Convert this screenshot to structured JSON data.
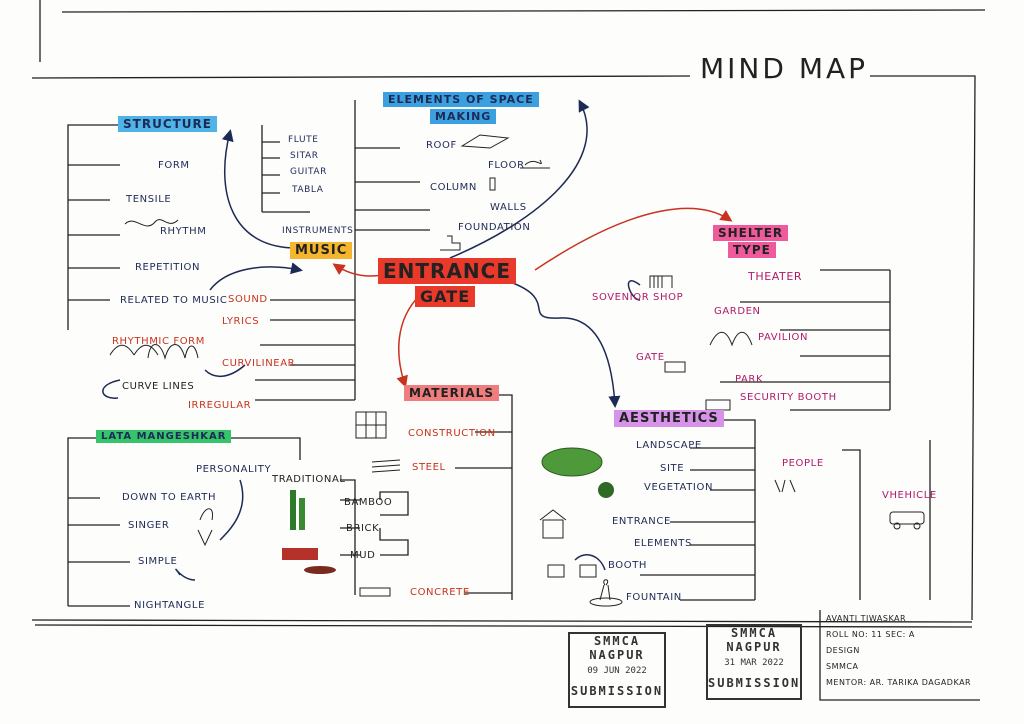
{
  "title": "MIND MAP",
  "central": [
    "ENTRANCE",
    "GATE"
  ],
  "structure": {
    "heading": "STRUCTURE",
    "items": [
      "FORM",
      "TENSILE",
      "RHYTHM",
      "REPETITION",
      "RELATED TO MUSIC"
    ],
    "instruments": [
      "FLUTE",
      "SITAR",
      "GUITAR",
      "TABLA",
      "INSTRUMENTS"
    ]
  },
  "music": {
    "heading": "MUSIC",
    "items": [
      "SOUND",
      "LYRICS",
      "RHYTHMIC FORM",
      "CURVILINEAR",
      "CURVE LINES",
      "IRREGULAR"
    ]
  },
  "elements": {
    "heading": [
      "ELEMENTS OF SPACE",
      "MAKING"
    ],
    "items": [
      "ROOF",
      "FLOOR",
      "COLUMN",
      "WALLS",
      "FOUNDATION"
    ]
  },
  "shelter": {
    "heading": [
      "SHELTER",
      "TYPE"
    ],
    "items": [
      "THEATER",
      "SOVENIOR SHOP",
      "GARDEN",
      "PAVILION",
      "GATE",
      "PARK",
      "SECURITY BOOTH"
    ]
  },
  "materials": {
    "heading": "MATERIALS",
    "items": [
      "CONSTRUCTION",
      "STEEL",
      "TRADITIONAL",
      "BAMBOO",
      "BRICK",
      "MUD",
      "CONCRETE"
    ]
  },
  "aesthetics": {
    "heading": "AESTHETICS",
    "items": [
      "LANDSCAPE",
      "SITE",
      "VEGETATION",
      "ENTRANCE",
      "ELEMENTS",
      "BOOTH",
      "FOUNTAIN",
      "PEOPLE",
      "VHEHICLE"
    ]
  },
  "lata": {
    "heading": "LATA MANGESHKAR",
    "items": [
      "PERSONALITY",
      "DOWN TO EARTH",
      "SINGER",
      "SIMPLE",
      "NIGHTANGLE"
    ]
  },
  "stamps": [
    {
      "org": "SMMCA",
      "city": "NAGPUR",
      "date": "09 JUN 2022",
      "label": "SUBMISSION"
    },
    {
      "org": "SMMCA",
      "city": "NAGPUR",
      "date": "31 MAR 2022",
      "label": "SUBMISSION"
    }
  ],
  "info": {
    "name": "AVANTI  TIWASKAR",
    "roll": "ROLL NO: 11    SEC: A",
    "subject": "DESIGN",
    "college": "SMMCA",
    "mentor": "MENTOR: AR. TARIKA DAGADKAR"
  },
  "colors": {
    "structure_hl": "#4fb3e8",
    "elements_hl": "#3aa0e0",
    "music_hl": "#f5b52e",
    "central_hl": "#e8392a",
    "shelter_hl": "#ee5a9c",
    "materials_hl": "#f07d7d",
    "aesthetics_hl": "#d693e8",
    "lata_hl": "#35c46a",
    "ink": "#1d2a55",
    "red_ink": "#c8321e"
  }
}
